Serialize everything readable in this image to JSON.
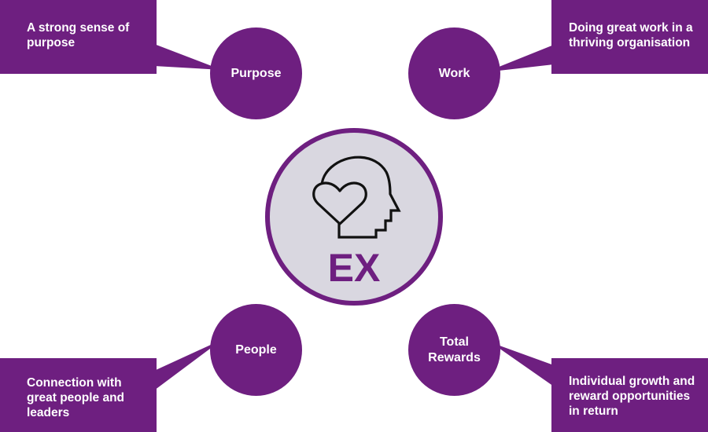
{
  "hub": {
    "label": "EX",
    "icon": "head-heart-icon"
  },
  "colors": {
    "accent": "#6e1f80",
    "hub_fill": "#d9d7e0",
    "text_on_accent": "#ffffff",
    "icon_stroke": "#111111"
  },
  "nodes": [
    {
      "id": "purpose",
      "label_lines": [
        "Purpose"
      ],
      "description_lines": [
        "A strong sense of",
        "purpose"
      ]
    },
    {
      "id": "work",
      "label_lines": [
        "Work"
      ],
      "description_lines": [
        "Doing great work in a",
        "thriving organisation"
      ]
    },
    {
      "id": "people",
      "label_lines": [
        "People"
      ],
      "description_lines": [
        "Connection with",
        "great people and",
        "leaders"
      ]
    },
    {
      "id": "total-rewards",
      "label_lines": [
        "Total",
        "Rewards"
      ],
      "description_lines": [
        "Individual growth and",
        "reward opportunities",
        "in return"
      ]
    }
  ]
}
